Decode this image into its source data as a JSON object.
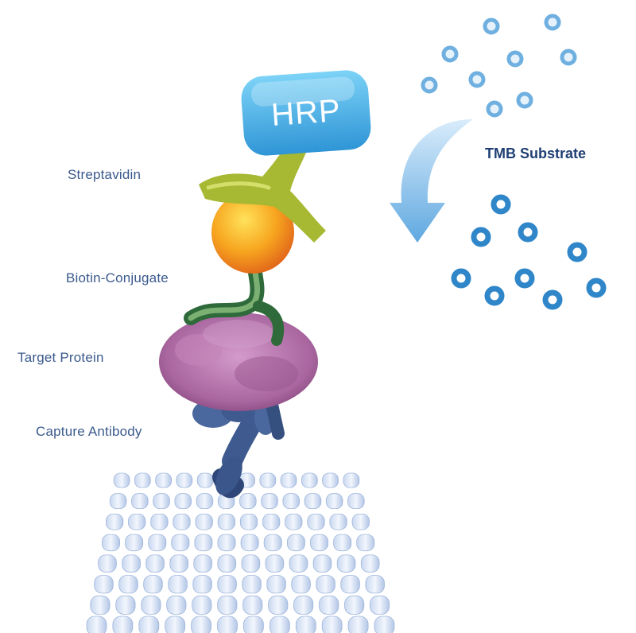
{
  "labels": {
    "hrp": "HRP",
    "streptavidin": "Streptavidin",
    "biotin_conjugate": "Biotin-Conjugate",
    "target_protein": "Target Protein",
    "capture_antibody": "Capture Antibody",
    "tmb_substrate": "TMB Substrate"
  },
  "colors": {
    "hrp_fill": "#4eb3e8",
    "streptavidin": "#a7b832",
    "biotin": "#f39a1c",
    "target_protein": "#a9669f",
    "capture_antibody": "#3e5a8f",
    "substrate_dot": "#2f86c8",
    "label_text": "#3a5a8c"
  },
  "icons": {
    "plate": "microplate-wells-icon",
    "arrow": "curved-arrow-down-icon"
  }
}
